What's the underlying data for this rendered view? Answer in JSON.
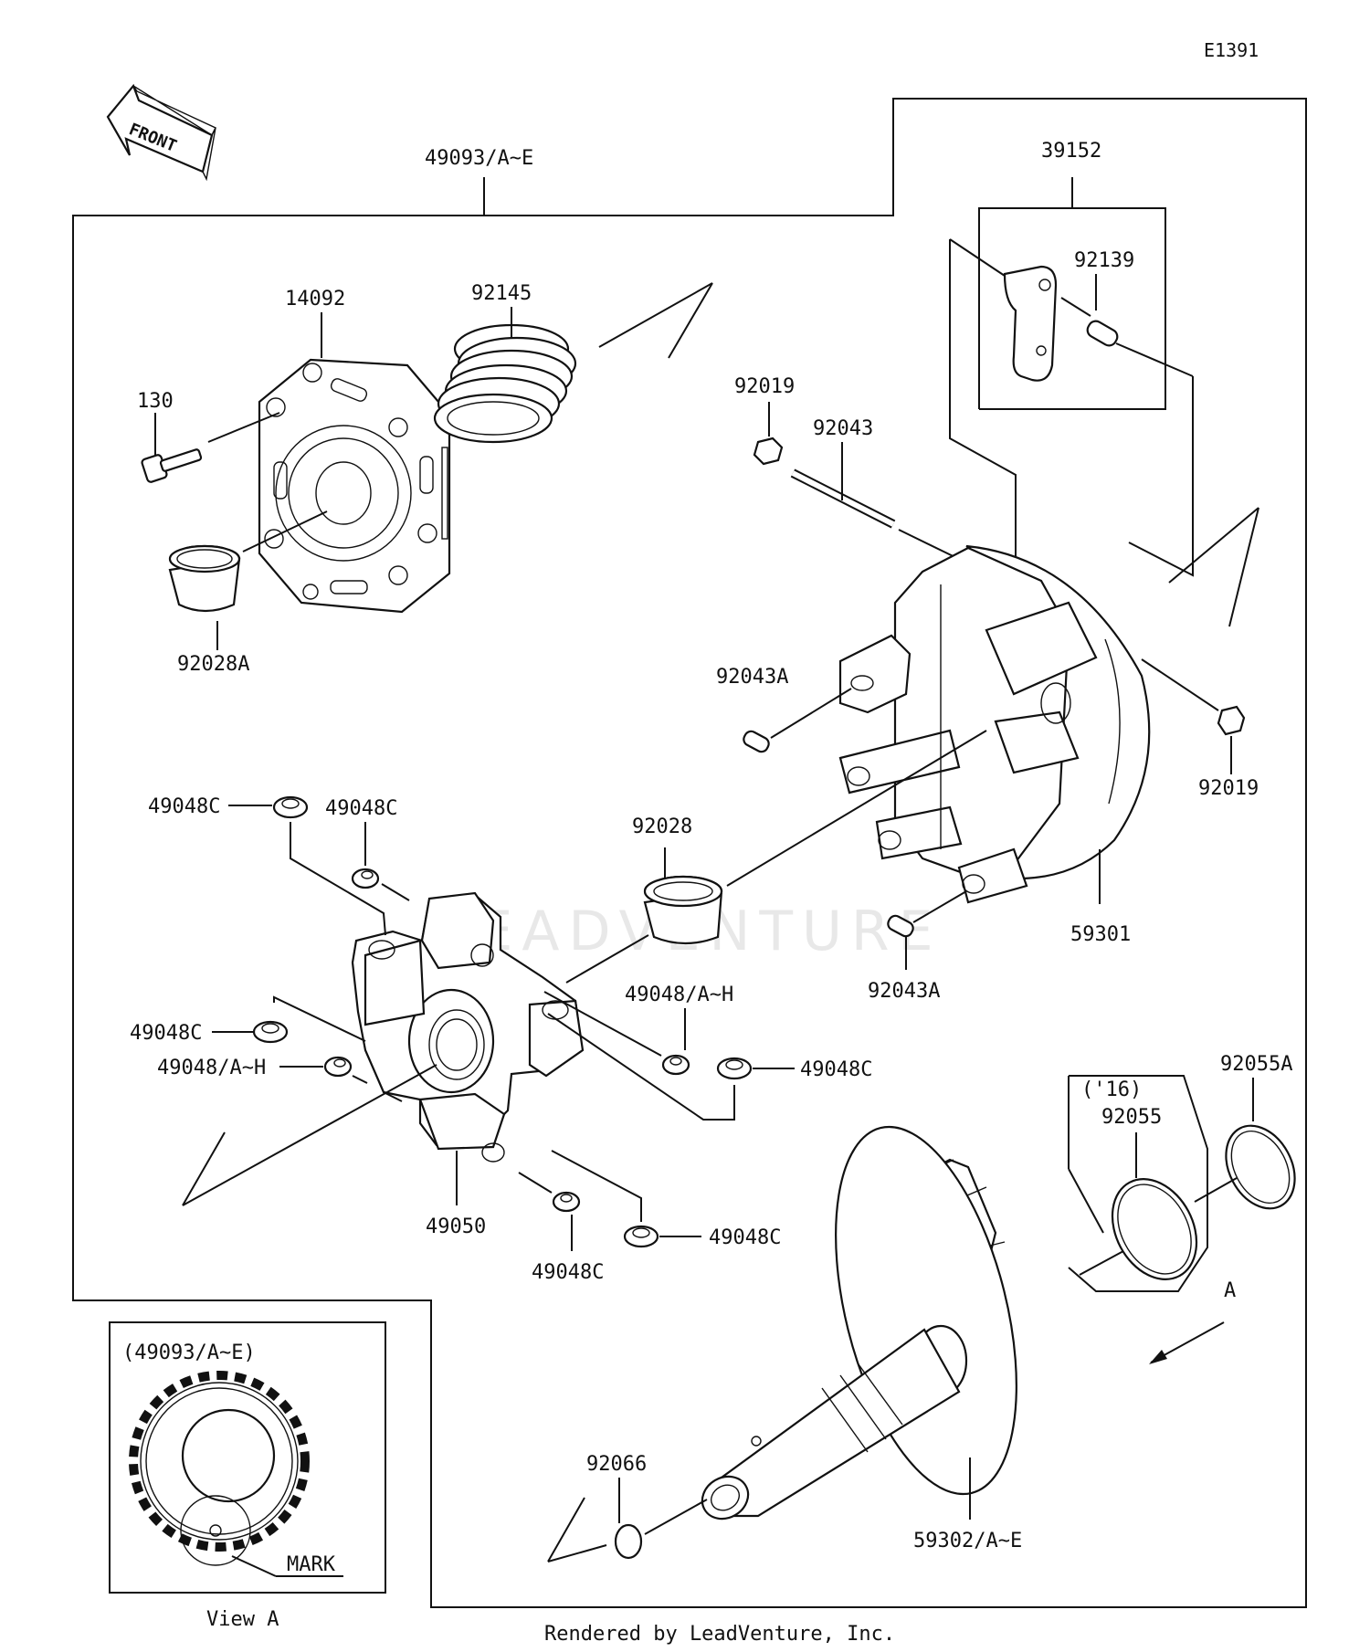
{
  "diagram_code": "E1391",
  "front_label": "FRONT",
  "watermark": "LEADVENTURE",
  "footer": "Rendered by LeadVenture, Inc.",
  "parts": {
    "p49093": "49093/A~E",
    "p39152": "39152",
    "p92139": "92139",
    "p14092": "14092",
    "p92145": "92145",
    "p130": "130",
    "p92028A": "92028A",
    "p92019_top": "92019",
    "p92043": "92043",
    "p92043A_top": "92043A",
    "p92019_right": "92019",
    "p59301": "59301",
    "p92028": "92028",
    "p92043A_bottom": "92043A",
    "p49048C_1": "49048C",
    "p49048C_2": "49048C",
    "p49048C_3": "49048C",
    "p49048AH_1": "49048/A~H",
    "p49048AH_2": "49048/A~H",
    "p49048C_4": "49048C",
    "p49048C_5": "49048C",
    "p49048C_6": "49048C",
    "p49050": "49050",
    "p92055A": "92055A",
    "p16": "('16)",
    "p92055": "92055",
    "pA": "A",
    "p92066": "92066",
    "p59302": "59302/A~E"
  },
  "inset": {
    "title": "(49093/A~E)",
    "mark": "MARK",
    "caption": "View A"
  }
}
